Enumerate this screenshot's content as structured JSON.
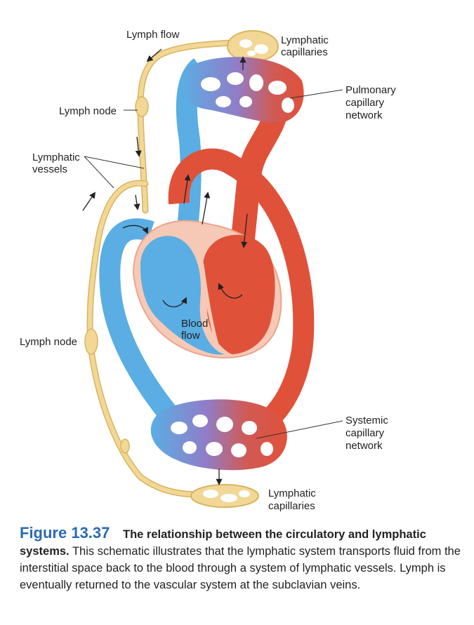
{
  "labels": {
    "lymph_flow": "Lymph flow",
    "lymphatic_capillaries_top": [
      "Lymphatic",
      "capillaries"
    ],
    "lymph_node_top": "Lymph node",
    "lymphatic_vessels": [
      "Lymphatic",
      "vessels"
    ],
    "pulmonary_network": [
      "Pulmonary",
      "capillary",
      "network"
    ],
    "blood_flow": [
      "Blood",
      "flow"
    ],
    "lymph_node_bottom": "Lymph node",
    "systemic_network": [
      "Systemic",
      "capillary",
      "network"
    ],
    "lymphatic_capillaries_bottom": [
      "Lymphatic",
      "capillaries"
    ]
  },
  "caption": {
    "figure_number": "Figure 13.37",
    "title": "The relationship between the circulatory and lymphatic systems.",
    "body": "This schematic illustrates that the lymphatic system transports fluid from the interstitial space back to the blood through a system of lymphatic vessels. Lymph is eventually returned to the vascular system at the subclavian veins."
  },
  "colors": {
    "lymph": "#f2d796",
    "lymph_outline": "#d9b45f",
    "deoxygenated": "#5aaee3",
    "oxygenated": "#e0513a",
    "capillary_mix": "#8f7ec9",
    "heart_wall": "#f6c9b6",
    "caption_accent": "#2a6ab4"
  }
}
